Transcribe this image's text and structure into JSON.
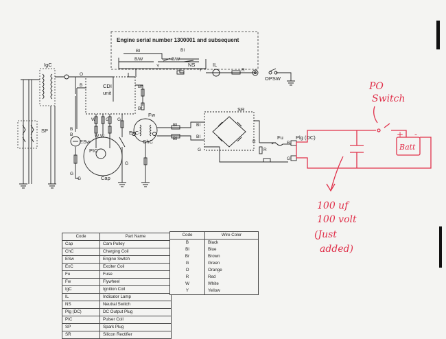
{
  "diagram": {
    "serial_note": "Engine serial number 1300001 and subsequent",
    "components": {
      "igc": "IgC",
      "sp": "SP",
      "cdi_unit": "CDI\nunit",
      "esw": "ESw",
      "pic": "PIC",
      "cap": "Cap",
      "fw": "Fw",
      "exc": "ExC",
      "chc": "ChC",
      "sr": "SR",
      "fu": "Fu",
      "plg": "Plg (DC)",
      "il": "IL",
      "ns": "NS",
      "opsw": "OPSW"
    },
    "wire_labels": [
      "BI",
      "B/W",
      "BI",
      "B/W",
      "Y",
      "Y",
      "R",
      "O",
      "B",
      "Br",
      "Br",
      "W",
      "W",
      "G",
      "G",
      "G",
      "B",
      "B",
      "BI",
      "BI",
      "BI",
      "BI",
      "G",
      "R",
      "R",
      "R",
      "G",
      "W",
      "G"
    ],
    "handwritten": {
      "po_switch": "PO\nSwitch",
      "capacitor_note": "100 uf\n100 volt\n(Just\nadded)",
      "batt": "Batt",
      "plus": "+",
      "minus": "-"
    }
  },
  "parts_table": {
    "headers": [
      "Code",
      "Part Name"
    ],
    "rows": [
      [
        "Cap",
        "Cam Pulley"
      ],
      [
        "ChC",
        "Charging Coil"
      ],
      [
        "ESw",
        "Engine Switch"
      ],
      [
        "ExC",
        "Exciter Coil"
      ],
      [
        "Fu",
        "Fuse"
      ],
      [
        "Fw",
        "Flywheel"
      ],
      [
        "IgC",
        "Ignition Coil"
      ],
      [
        "IL",
        "Indicator Lamp"
      ],
      [
        "NS",
        "Neutral Switch"
      ],
      [
        "Plg (DC)",
        "DC Output Plug"
      ],
      [
        "PIC",
        "Pulser Coil"
      ],
      [
        "SP",
        "Spark Plug"
      ],
      [
        "SR",
        "Silicon Rectifier"
      ]
    ]
  },
  "wire_table": {
    "headers": [
      "Code",
      "Wire Color"
    ],
    "rows": [
      [
        "B",
        "Black"
      ],
      [
        "BI",
        "Blue"
      ],
      [
        "Br",
        "Brown"
      ],
      [
        "G",
        "Green"
      ],
      [
        "O",
        "Orange"
      ],
      [
        "R",
        "Red"
      ],
      [
        "W",
        "White"
      ],
      [
        "Y",
        "Yellow"
      ]
    ]
  },
  "colors": {
    "ink": "#222222",
    "pen": "#e0304a",
    "paper": "#f4f4f2"
  }
}
